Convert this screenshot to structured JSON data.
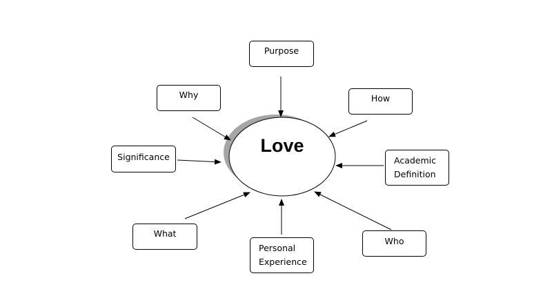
{
  "diagram": {
    "center": {
      "label": "Love"
    },
    "nodes": {
      "purpose": {
        "lines": [
          "Purpose"
        ]
      },
      "why": {
        "lines": [
          "Why"
        ]
      },
      "how": {
        "lines": [
          "How"
        ]
      },
      "significance": {
        "lines": [
          "Significance"
        ]
      },
      "academic": {
        "lines": [
          "Academic",
          "Definition"
        ]
      },
      "what": {
        "lines": [
          "What"
        ]
      },
      "personal": {
        "lines": [
          "Personal",
          "Experience"
        ]
      },
      "who": {
        "lines": [
          "Who"
        ]
      }
    }
  },
  "colors": {
    "stroke": "#000000",
    "shadow": "#a6a6a6",
    "fill": "#ffffff"
  }
}
